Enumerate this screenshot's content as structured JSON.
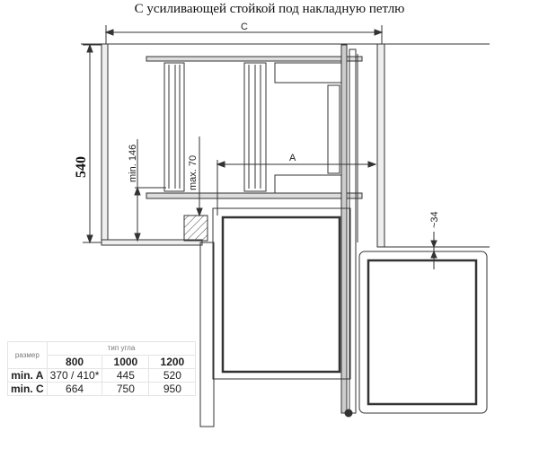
{
  "title": "С усиливающей стойкой под накладную петлю",
  "labels": {
    "c": "C",
    "height": "540",
    "min146": "min. 146",
    "max70": "max. 70",
    "a": "A",
    "gap34": "~34"
  },
  "table": {
    "corner_label": "размер",
    "group_header": "тип угла",
    "columns": [
      "800",
      "1000",
      "1200"
    ],
    "rows": [
      {
        "label": "min. A",
        "values": [
          "370 / 410*",
          "445",
          "520"
        ]
      },
      {
        "label": "min. C",
        "values": [
          "664",
          "750",
          "950"
        ]
      }
    ]
  }
}
